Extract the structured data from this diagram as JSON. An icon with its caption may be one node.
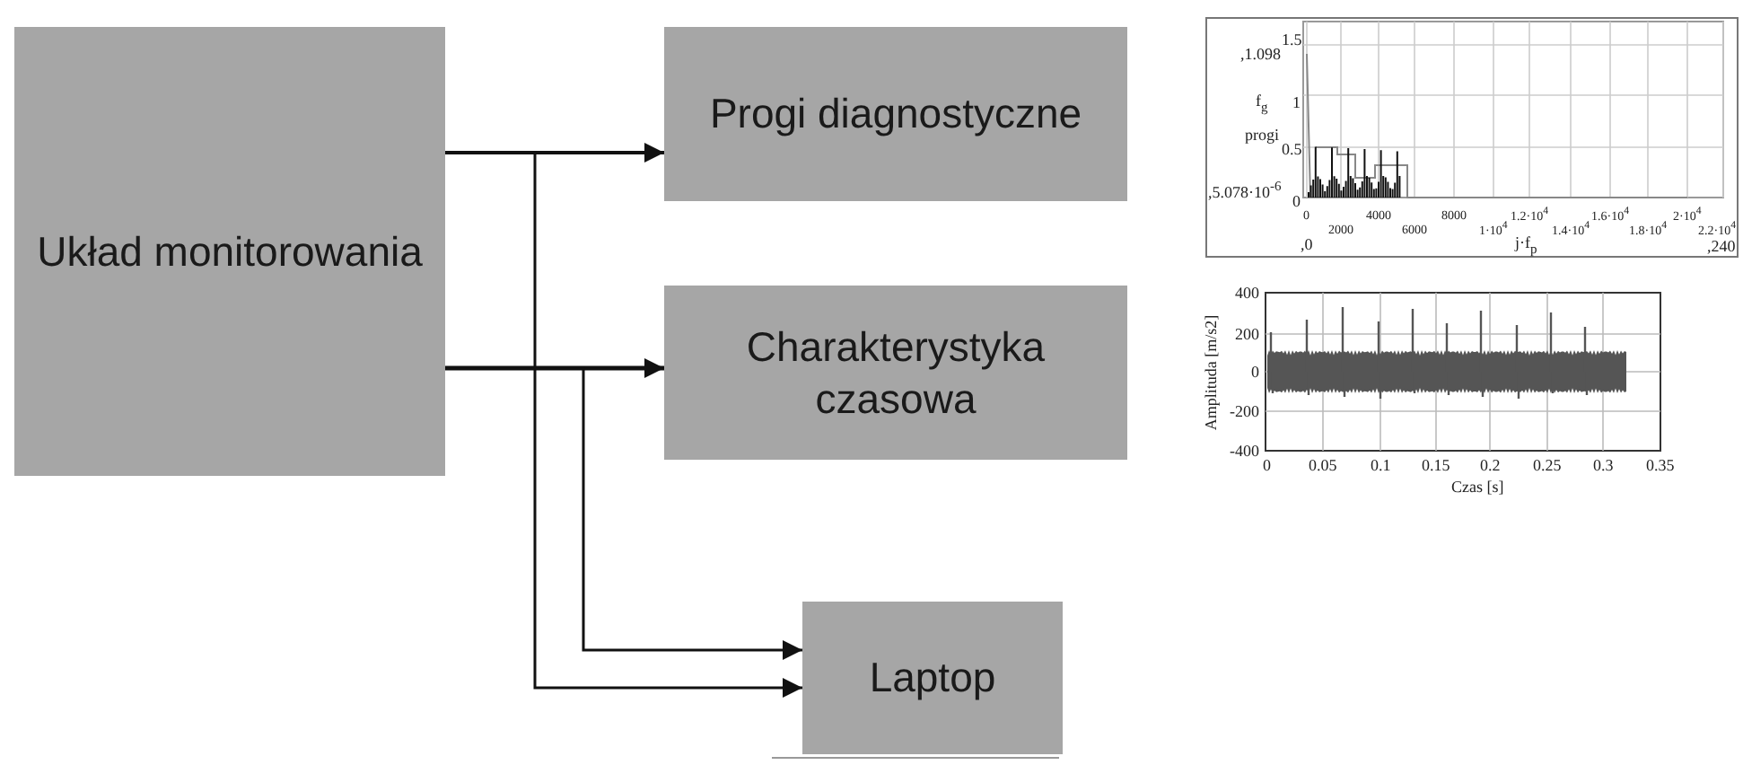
{
  "diagram": {
    "nodes": [
      {
        "text": [
          "Układ monitorowania"
        ]
      },
      {
        "text": [
          "Progi diagnostyczne"
        ]
      },
      {
        "text": [
          "Charakterystyka czasowa"
        ]
      },
      {
        "text": [
          "Laptop"
        ]
      }
    ],
    "edges": [
      {
        "from": 0,
        "to": 1,
        "arrow": "to"
      },
      {
        "from": 0,
        "to": 3,
        "arrow": "to"
      },
      {
        "from": 0,
        "to": 2,
        "arrow": "to"
      },
      {
        "from": 0,
        "to": 3,
        "arrow": "to"
      }
    ],
    "labels": [
      ",1.098",
      "1.5",
      "f$_{g}$",
      "1",
      "progi",
      "0.5",
      ",5.078·10$^{-6}$",
      "0",
      "0",
      "2000",
      "4000",
      "6000",
      "8000",
      "1·10$^{4}$",
      "1.2·10$^{4}$",
      "1.4·10$^{4}$",
      "1.6·10$^{4}$",
      "1.8·10$^{4}$",
      "2·10$^{4}$",
      "2.2·10$^{4}$",
      ",0",
      "j·f$_{p}$",
      ",240",
      "400",
      "200",
      "Amplituda [m/s2]",
      "0",
      "-200",
      "-400",
      "0",
      "0.05",
      "0.1",
      "0.15",
      "0.2",
      "0.25",
      "0.3",
      "0.35",
      "Czas [s]"
    ]
  }
}
